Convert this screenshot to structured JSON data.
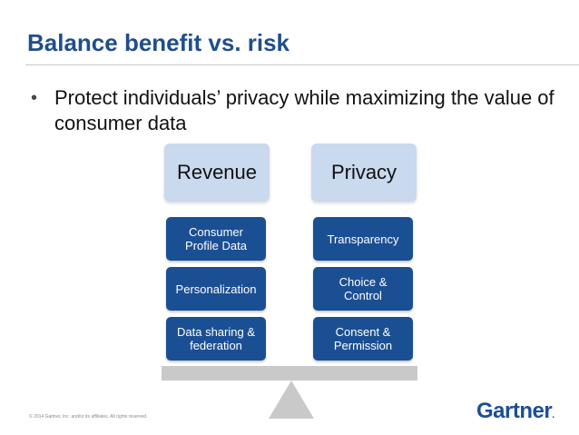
{
  "slide": {
    "title": "Balance benefit vs. risk",
    "bullet": "Protect individuals’ privacy while maximizing the value of consumer data"
  },
  "diagram": {
    "left_header": "Revenue",
    "right_header": "Privacy",
    "left_items": [
      "Consumer\nProfile Data",
      "Personalization",
      "Data sharing &\nfederation"
    ],
    "right_items": [
      "Transparency",
      "Choice &\nControl",
      "Consent &\nPermission"
    ],
    "colors": {
      "header_fill": "#c9d9ee",
      "item_fill": "#1b4f93",
      "title_color": "#1f4e8c",
      "scale_gray": "#c9c9c9"
    }
  },
  "footer": {
    "copyright": "© 2014 Gartner, Inc. and/or its affiliates. All rights reserved.",
    "logo": "Gartner",
    "logo_mark": "."
  }
}
